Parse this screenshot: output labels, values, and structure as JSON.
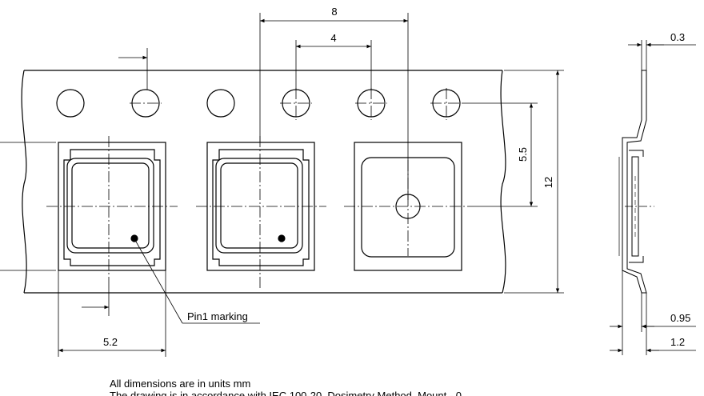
{
  "dimensions": {
    "pitch_sprocket": "8",
    "pitch_pocket": "4",
    "tape_thickness": "0.3",
    "hole_to_center": "5.5",
    "tape_width": "12",
    "pocket_width": "5.2",
    "pocket_depth": "0.95",
    "overall_depth": "1.2"
  },
  "callouts": {
    "pin1": "Pin1 marking"
  },
  "notes": {
    "units": "All dimensions are in units mm",
    "standard_partial": "The drawing is in accordance with IEC 100-20, Dosimetry Method. Mount - 0"
  }
}
